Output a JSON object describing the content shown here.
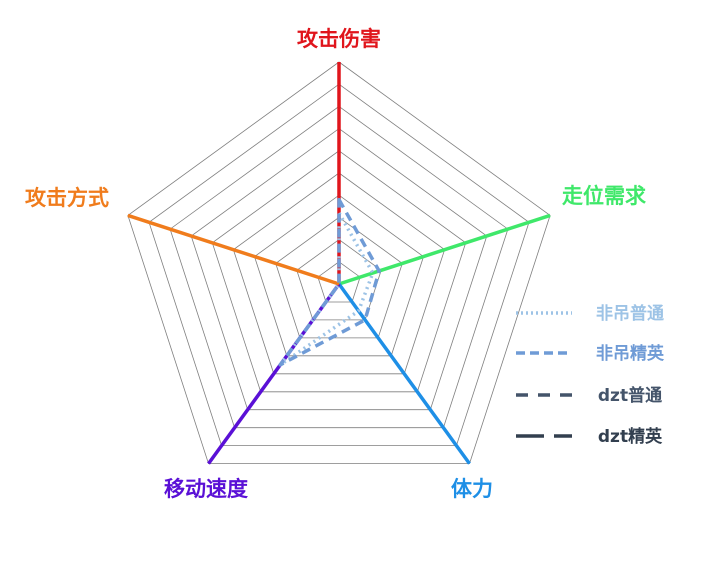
{
  "chart_data": {
    "type": "radar",
    "axes": [
      {
        "name": "攻击伤害",
        "color": "#e0151c"
      },
      {
        "name": "走位需求",
        "color": "#3fe86a"
      },
      {
        "name": "体力",
        "color": "#1e8fe6"
      },
      {
        "name": "移动速度",
        "color": "#5a10d6"
      },
      {
        "name": "攻击方式",
        "color": "#f07c1c"
      }
    ],
    "range": [
      0,
      10
    ],
    "rings": 10,
    "grid_color": "#7f7f7f",
    "series": [
      {
        "name": "非吊普通",
        "color": "#9dc3e6",
        "dash": "dot",
        "values": [
          3.2,
          1.6,
          1.5,
          4.5,
          0.0
        ]
      },
      {
        "name": "非吊精英",
        "color": "#6f9bd6",
        "dash": "dash",
        "values": [
          3.8,
          1.9,
          2.0,
          4.5,
          0.0
        ]
      },
      {
        "name": "dzt普通",
        "color": "#44546a",
        "dash": "longdash",
        "values": [
          0,
          0,
          0,
          0,
          0
        ]
      },
      {
        "name": "dzt精英",
        "color": "#323f4f",
        "dash": "solid-dash",
        "values": [
          0,
          0,
          0,
          0,
          0
        ]
      }
    ],
    "legend_position": "right"
  }
}
